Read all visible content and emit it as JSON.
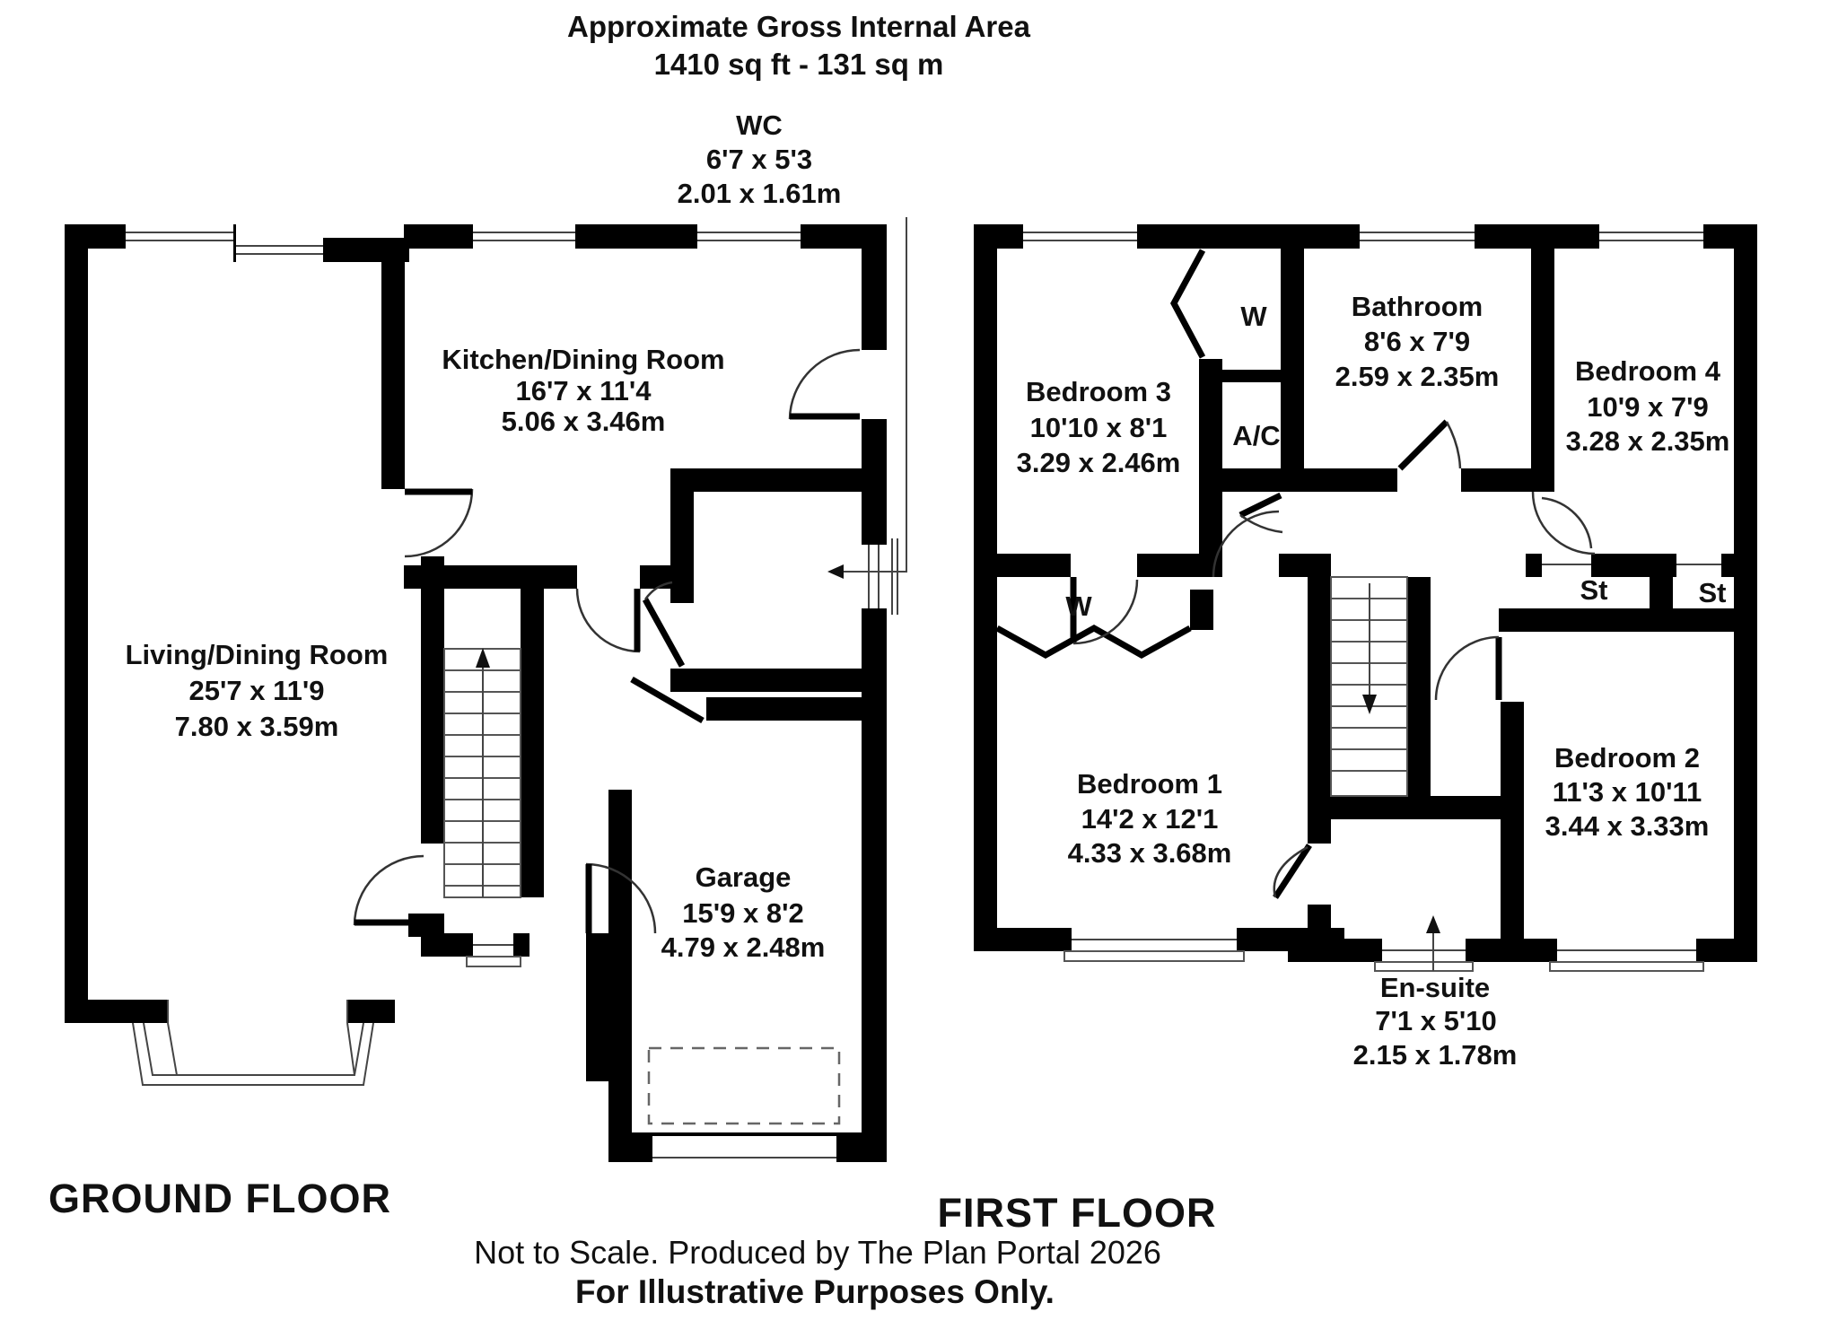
{
  "header": {
    "title": "Approximate Gross Internal Area",
    "subtitle": "1410 sq ft - 131 sq m"
  },
  "ground_floor": {
    "label": "GROUND FLOOR",
    "rooms": {
      "wc": {
        "name": "WC",
        "dims_imperial": "6'7 x 5'3",
        "dims_metric": "2.01 x 1.61m"
      },
      "kitchen": {
        "name": "Kitchen/Dining Room",
        "dims_imperial": "16'7 x 11'4",
        "dims_metric": "5.06 x 3.46m"
      },
      "living": {
        "name": "Living/Dining Room",
        "dims_imperial": "25'7 x 11'9",
        "dims_metric": "7.80 x 3.59m"
      },
      "garage": {
        "name": "Garage",
        "dims_imperial": "15'9 x 8'2",
        "dims_metric": "4.79 x 2.48m"
      }
    }
  },
  "first_floor": {
    "label": "FIRST FLOOR",
    "rooms": {
      "bedroom3": {
        "name": "Bedroom 3",
        "dims_imperial": "10'10 x 8'1",
        "dims_metric": "3.29 x 2.46m"
      },
      "bathroom": {
        "name": "Bathroom",
        "dims_imperial": "8'6 x 7'9",
        "dims_metric": "2.59 x 2.35m"
      },
      "bedroom4": {
        "name": "Bedroom 4",
        "dims_imperial": "10'9 x 7'9",
        "dims_metric": "3.28 x 2.35m"
      },
      "bedroom1": {
        "name": "Bedroom 1",
        "dims_imperial": "14'2 x 12'1",
        "dims_metric": "4.33 x 3.68m"
      },
      "bedroom2": {
        "name": "Bedroom 2",
        "dims_imperial": "11'3 x 10'11",
        "dims_metric": "3.44 x 3.33m"
      },
      "ensuite": {
        "name": "En-suite",
        "dims_imperial": "7'1 x 5'10",
        "dims_metric": "2.15 x 1.78m"
      }
    },
    "cupboards": {
      "wardrobe_bed3": "W",
      "airing_cupboard": "A/C",
      "wardrobe_bed1": "W",
      "store_left": "St",
      "store_right": "St"
    }
  },
  "footer": {
    "note": "Not to Scale. Produced by The Plan Portal 2026",
    "disclaimer": "For Illustrative Purposes Only."
  },
  "colors": {
    "wall": "#000000",
    "background": "#ffffff",
    "thin_line": "#444444"
  }
}
